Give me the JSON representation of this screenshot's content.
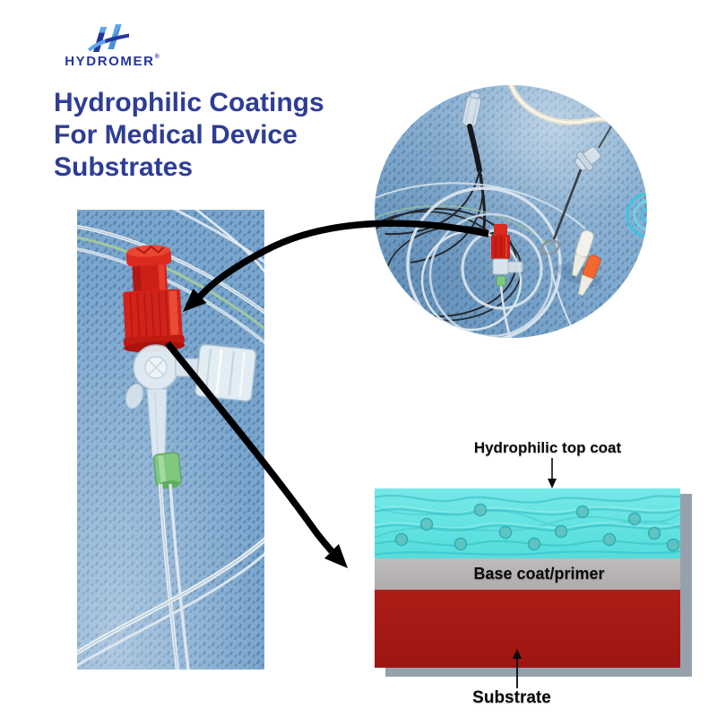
{
  "logo": {
    "brand": "HYDROMER",
    "registered": "®"
  },
  "title": {
    "lines": [
      "Hydrophilic Coatings",
      "For Medical Device",
      "Substrates"
    ]
  },
  "diagram": {
    "top_coat_label": "Hydrophilic top coat",
    "base_coat_label": "Base coat/primer",
    "substrate_label": "Substrate"
  },
  "icons": {
    "logo_mark": "hydromer-h-swoosh",
    "callout_arrow_1": "curved-black-arrow-photo-to-closeup",
    "callout_arrow_2": "curved-black-arrow-closeup-to-diagram",
    "top_coat_pointer": "small-down-arrow",
    "substrate_pointer": "small-up-arrow"
  },
  "theme": {
    "navy": "#2E3D94",
    "logoNavy": "#24369B",
    "logoBlue": "#5FA8E8",
    "topCoat": "#5CE1E0",
    "baseCoat": "#B7B4B2",
    "substrate": "#A21713",
    "shadow": "#96A1AB",
    "drapeBlue": "#7EA8CD",
    "deviceRed": "#D2241C",
    "arrowBlack": "#000000"
  }
}
